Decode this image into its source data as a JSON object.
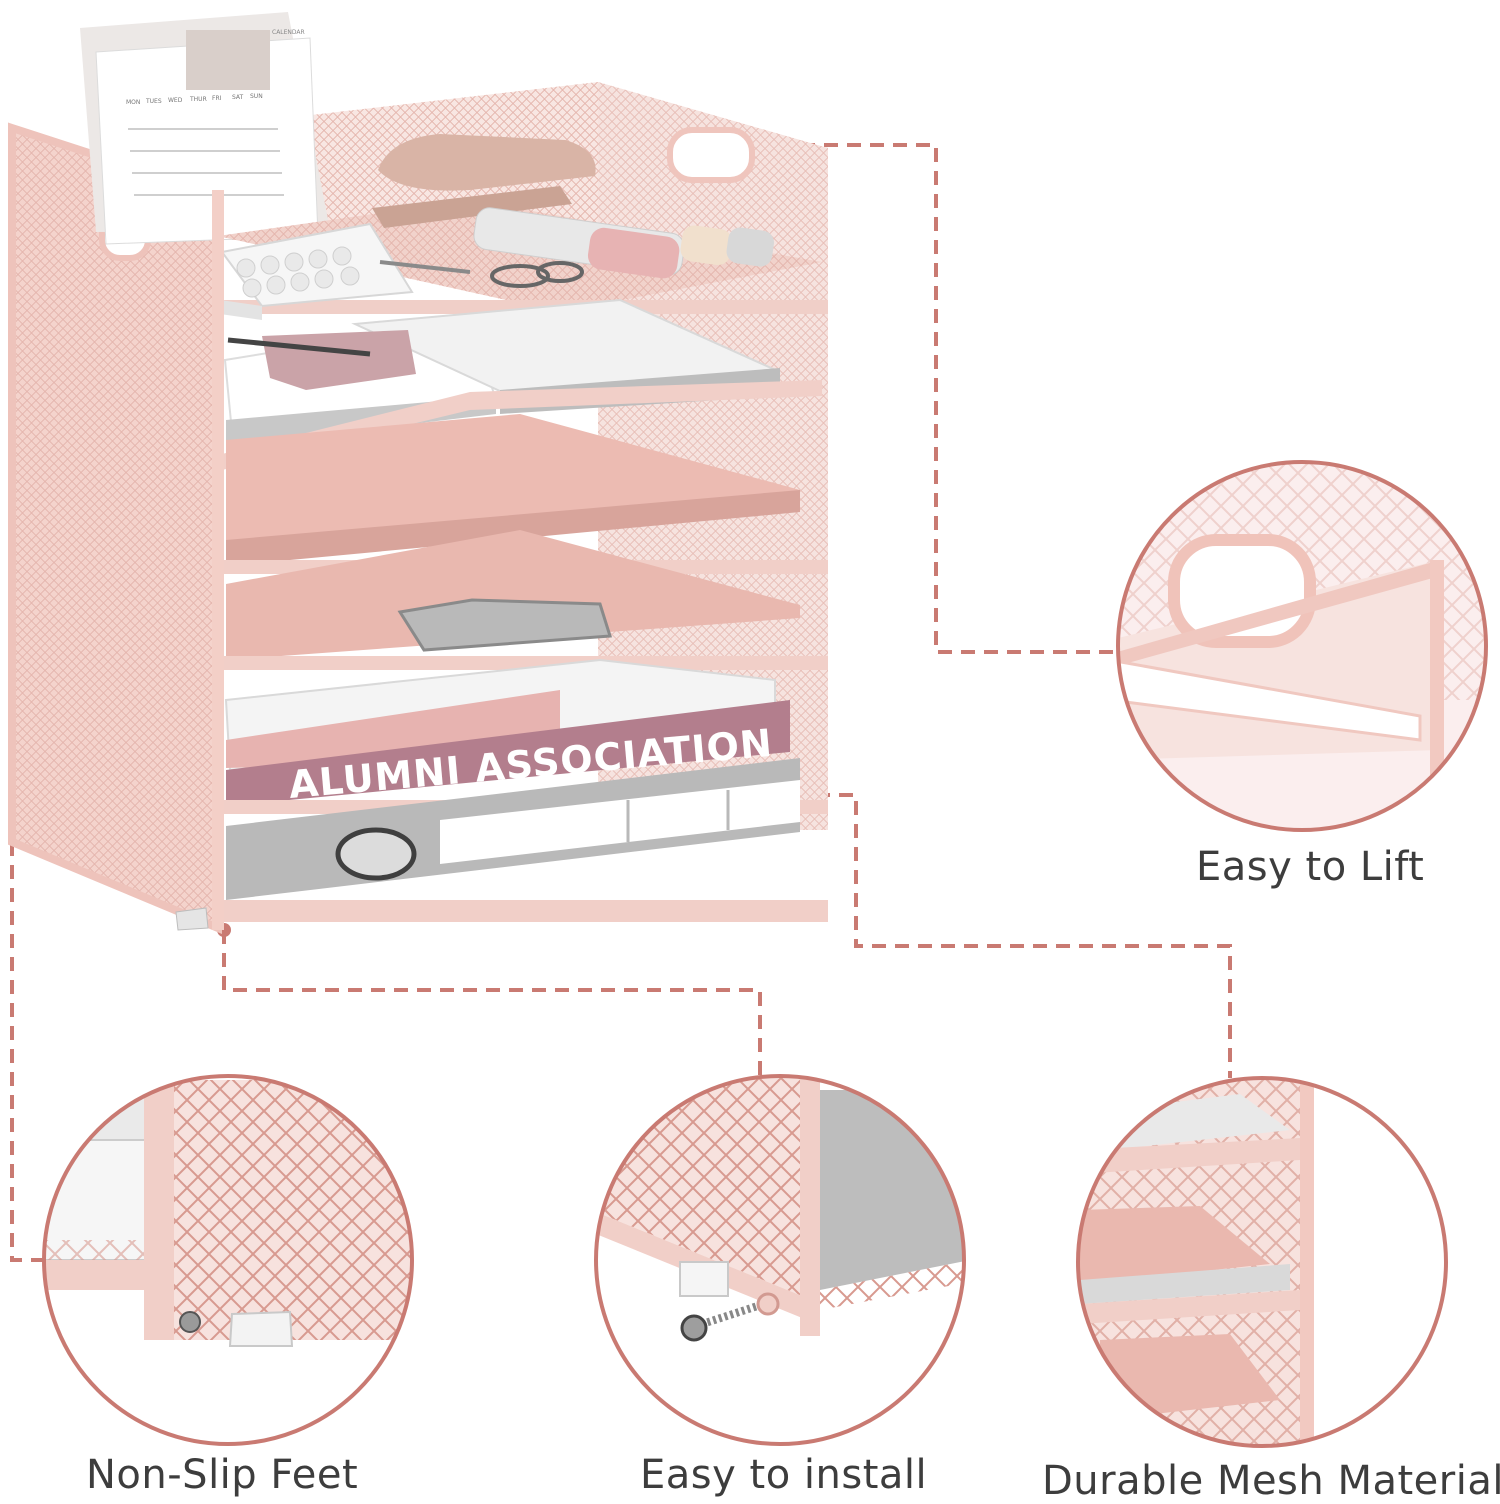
{
  "colors": {
    "accent": "#c97a72",
    "pink_frame": "#f1cfc8",
    "pink_light": "#f8e3de",
    "pink_file": "#e9b9b1",
    "mauve_book": "#b37e8d",
    "grey": "#b9b9b9",
    "text": "#3d3d3d"
  },
  "product": {
    "book_spine_text": "ALUMNI ASSOCIATION",
    "calendar_label": "CALENDAR",
    "calendar_weekdays": [
      "MON",
      "TUES",
      "WED",
      "THUR",
      "FRI",
      "SAT",
      "SUN"
    ]
  },
  "features": [
    {
      "label": "Easy to Lift",
      "icon": "handle-cutout-detail"
    },
    {
      "label": "Non-Slip Feet",
      "icon": "rubber-foot-detail"
    },
    {
      "label": "Easy to install",
      "icon": "screw-assembly-detail"
    },
    {
      "label": "Durable Mesh Material",
      "icon": "mesh-shelves-detail"
    }
  ]
}
